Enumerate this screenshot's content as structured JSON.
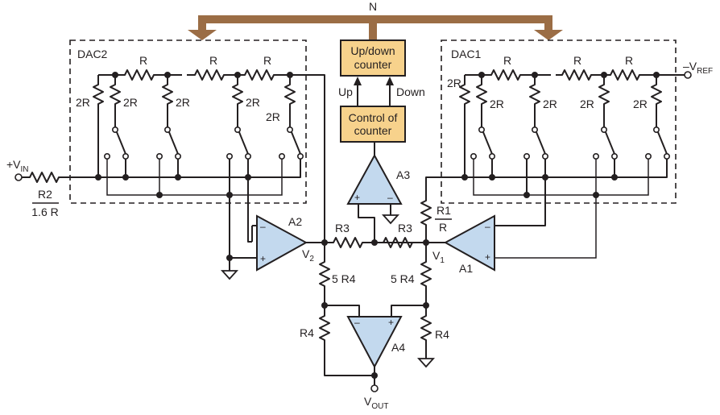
{
  "bus": {
    "label": "N",
    "color": "#9b6d45"
  },
  "dac2": {
    "label": "DAC2",
    "series_resistors": [
      "R",
      "R",
      "R"
    ],
    "shunt_resistors": [
      "2R",
      "2R",
      "2R",
      "2R",
      "2R"
    ]
  },
  "dac1": {
    "label": "DAC1",
    "series_resistors": [
      "R",
      "R",
      "R"
    ],
    "shunt_resistors": [
      "2R",
      "2R",
      "2R",
      "2R",
      "2R"
    ],
    "ref_label": "–V",
    "ref_sub": "REF"
  },
  "input": {
    "label": "+V",
    "sub": "IN",
    "resistor_top": "R2",
    "resistor_bottom": "1.6 R"
  },
  "counter": {
    "line1": "Up/down",
    "line2": "counter",
    "fill": "#f7d28c"
  },
  "control": {
    "line1": "Control of",
    "line2": "counter",
    "up_label": "Up",
    "down_label": "Down"
  },
  "opamps": {
    "a1": {
      "label": "A1"
    },
    "a2": {
      "label": "A2"
    },
    "a3": {
      "label": "A3"
    },
    "a4": {
      "label": "A4"
    },
    "fill": "#c3d9ee",
    "plus": "+",
    "minus": "–"
  },
  "resistors": {
    "r1_top": "R1",
    "r1_bottom": "R",
    "r3_left": "R3",
    "r3_right": "R3",
    "r4_5_left": "5 R4",
    "r4_5_right": "5 R4",
    "r4_left": "R4",
    "r4_right": "R4"
  },
  "nodes": {
    "v1": "V",
    "v1_sub": "1",
    "v2": "V",
    "v2_sub": "2"
  },
  "output": {
    "label": "V",
    "sub": "OUT"
  }
}
